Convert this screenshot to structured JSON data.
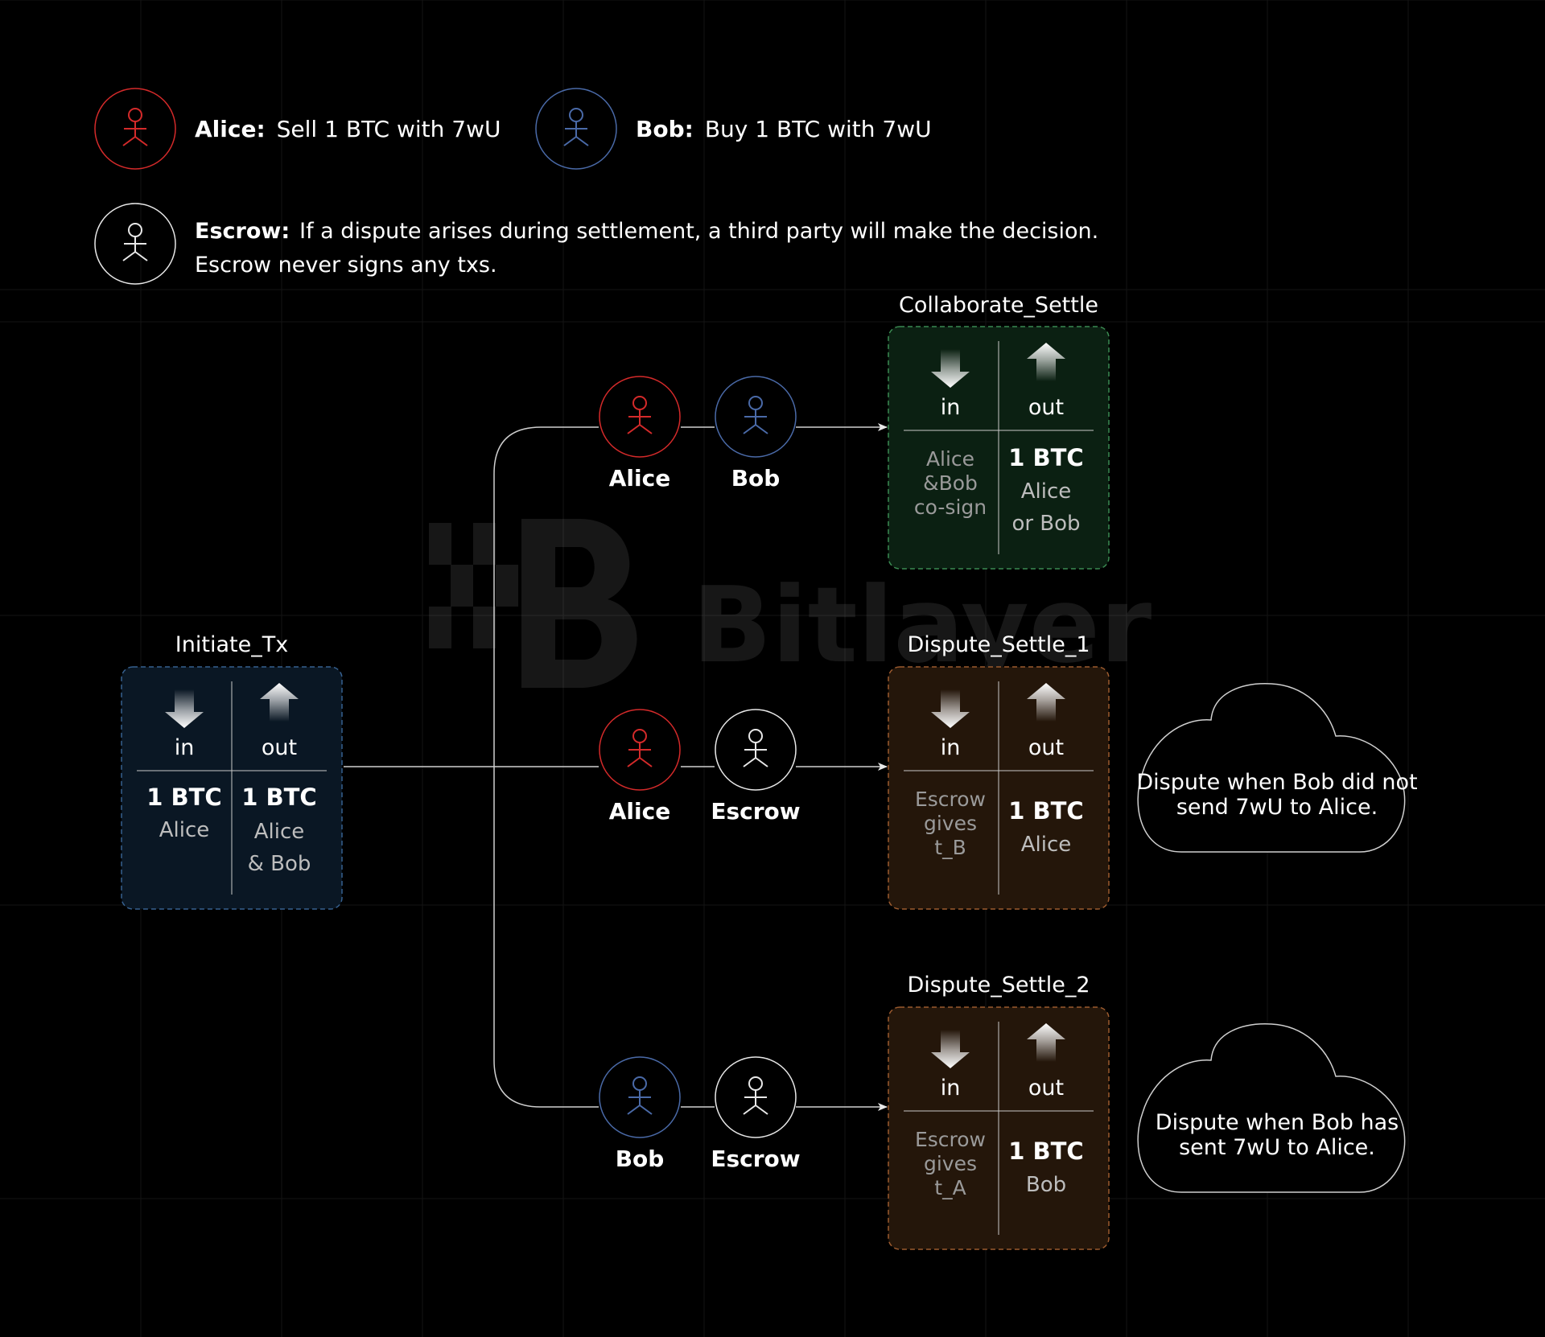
{
  "colors": {
    "background": "#000000",
    "grid": "#141414",
    "alice": "#d42a2a",
    "bob": "#4a6aa8",
    "escrow": "#e8e8e8",
    "line": "#cfcfcf",
    "collaborate_fill": "#0b2012",
    "collaborate_border": "#3b8b52",
    "dispute_fill": "#24160a",
    "dispute_border": "#9b5a2e",
    "initiate_fill": "#0a1724",
    "initiate_border": "#36608f",
    "dim_text": "#9a9a9a"
  },
  "watermark": {
    "text": "Bitlayer"
  },
  "legend": {
    "alice": {
      "name": "Alice:",
      "desc": "Sell 1 BTC with 7wU"
    },
    "bob": {
      "name": "Bob:",
      "desc": "Buy 1 BTC with 7wU"
    },
    "escrow": {
      "name": "Escrow:",
      "desc_line1": "If a dispute arises during settlement, a third party will make the decision.",
      "desc_line2": "Escrow never signs any txs."
    }
  },
  "transactions": {
    "initiate": {
      "title": "Initiate_Tx",
      "in_label": "in",
      "out_label": "out",
      "in_value": "1 BTC",
      "in_owner": "Alice",
      "out_value": "1 BTC",
      "out_owner_line1": "Alice",
      "out_owner_line2": "& Bob"
    },
    "collaborate": {
      "title": "Collaborate_Settle",
      "in_label": "in",
      "out_label": "out",
      "in_line1": "Alice",
      "in_line2": "&Bob",
      "in_line3": "co-sign",
      "out_value": "1 BTC",
      "out_line1": "Alice",
      "out_line2": "or Bob"
    },
    "dispute1": {
      "title": "Dispute_Settle_1",
      "in_label": "in",
      "out_label": "out",
      "in_line1": "Escrow",
      "in_line2": "gives",
      "in_line3": "t_B",
      "out_value": "1 BTC",
      "out_owner": "Alice"
    },
    "dispute2": {
      "title": "Dispute_Settle_2",
      "in_label": "in",
      "out_label": "out",
      "in_line1": "Escrow",
      "in_line2": "gives",
      "in_line3": "t_A",
      "out_value": "1 BTC",
      "out_owner": "Bob"
    }
  },
  "signers": {
    "row1": {
      "first": "Alice",
      "second": "Bob"
    },
    "row2": {
      "first": "Alice",
      "second": "Escrow"
    },
    "row3": {
      "first": "Bob",
      "second": "Escrow"
    }
  },
  "clouds": {
    "dispute1": {
      "line1": "Dispute when Bob did not",
      "line2": "send 7wU to Alice."
    },
    "dispute2": {
      "line1": "Dispute when Bob has",
      "line2": "sent 7wU to Alice."
    }
  }
}
